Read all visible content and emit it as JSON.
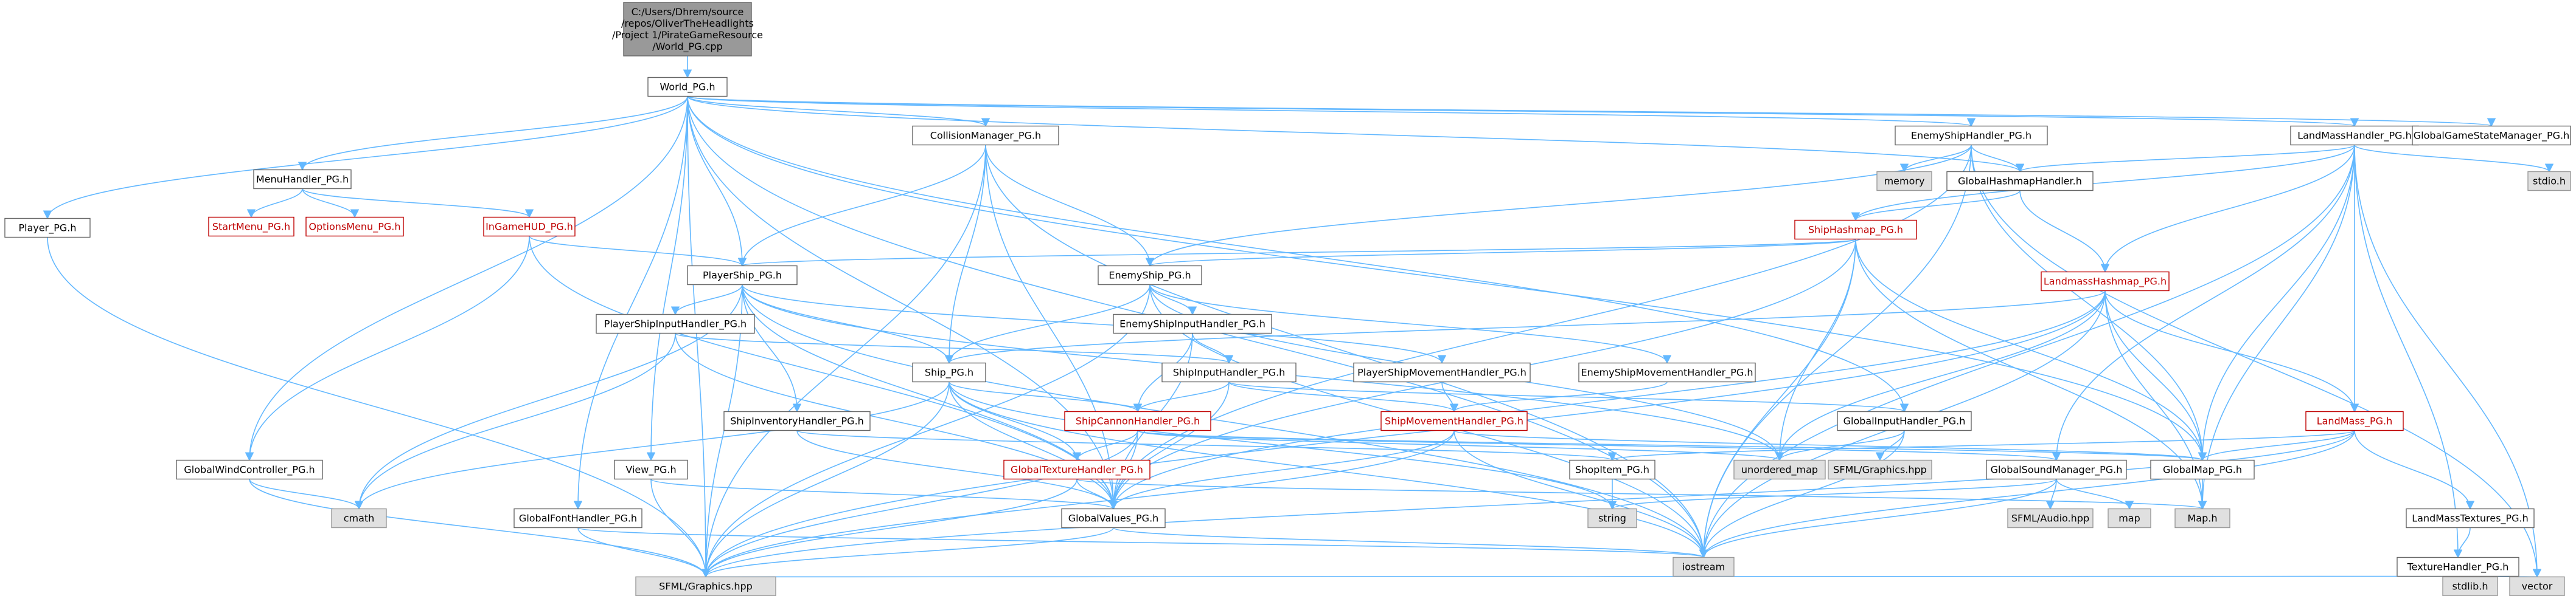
{
  "colors": {
    "edge": "#63b8ff",
    "normal_fill": "#ffffff",
    "normal_stroke": "#666666",
    "normal_text": "#000000",
    "red_fill": "#ffffff",
    "red_stroke": "#bf0000",
    "red_text": "#bf0000",
    "gray_fill": "#e0e0e0",
    "gray_stroke": "#999999",
    "gray_text": "#000000",
    "root_fill": "#999999",
    "root_stroke": "#666666",
    "root_text": "#000000"
  },
  "nodes": [
    {
      "id": "root",
      "style": "root",
      "lines": [
        "C:/Users/Dhrem/source",
        "/repos/OliverTheHeadlights",
        "/Project 1/PirateGameResource",
        "/World_PG.cpp"
      ]
    },
    {
      "id": "world",
      "style": "normal",
      "lines": [
        "World_PG.h"
      ]
    },
    {
      "id": "player",
      "style": "normal",
      "lines": [
        "Player_PG.h"
      ]
    },
    {
      "id": "menuhandler",
      "style": "normal",
      "lines": [
        "MenuHandler_PG.h"
      ]
    },
    {
      "id": "startmenu",
      "style": "red",
      "lines": [
        "StartMenu_PG.h"
      ]
    },
    {
      "id": "optionsmenu",
      "style": "red",
      "lines": [
        "OptionsMenu_PG.h"
      ]
    },
    {
      "id": "ingamehud",
      "style": "red",
      "lines": [
        "InGameHUD_PG.h"
      ]
    },
    {
      "id": "collision",
      "style": "normal",
      "lines": [
        "CollisionManager_PG.h"
      ]
    },
    {
      "id": "enemyshiphandler",
      "style": "normal",
      "lines": [
        "EnemyShipHandler_PG.h"
      ]
    },
    {
      "id": "memory",
      "style": "gray",
      "lines": [
        "memory"
      ]
    },
    {
      "id": "globalhashmap",
      "style": "normal",
      "lines": [
        "GlobalHashmapHandler.h"
      ]
    },
    {
      "id": "shiphashmap",
      "style": "red",
      "lines": [
        "ShipHashmap_PG.h"
      ]
    },
    {
      "id": "landmasshandler",
      "style": "normal",
      "lines": [
        "LandMassHandler_PG.h"
      ]
    },
    {
      "id": "globalgamestate",
      "style": "normal",
      "lines": [
        "GlobalGameStateManager_PG.h"
      ]
    },
    {
      "id": "stdio",
      "style": "gray",
      "lines": [
        "stdio.h"
      ]
    },
    {
      "id": "playership",
      "style": "normal",
      "lines": [
        "PlayerShip_PG.h"
      ]
    },
    {
      "id": "enemyship",
      "style": "normal",
      "lines": [
        "EnemyShip_PG.h"
      ]
    },
    {
      "id": "playershipinput",
      "style": "normal",
      "lines": [
        "PlayerShipInputHandler_PG.h"
      ]
    },
    {
      "id": "enemyshipinput",
      "style": "normal",
      "lines": [
        "EnemyShipInputHandler_PG.h"
      ]
    },
    {
      "id": "landmasshashmap",
      "style": "red",
      "lines": [
        "LandmassHashmap_PG.h"
      ]
    },
    {
      "id": "ship",
      "style": "normal",
      "lines": [
        "Ship_PG.h"
      ]
    },
    {
      "id": "shipinput",
      "style": "normal",
      "lines": [
        "ShipInputHandler_PG.h"
      ]
    },
    {
      "id": "playershipmovement",
      "style": "normal",
      "lines": [
        "PlayerShipMovementHandler_PG.h"
      ]
    },
    {
      "id": "enemyshipmovement",
      "style": "normal",
      "lines": [
        "EnemyShipMovementHandler_PG.h"
      ]
    },
    {
      "id": "shipinventory",
      "style": "normal",
      "lines": [
        "ShipInventoryHandler_PG.h"
      ]
    },
    {
      "id": "shipcannon",
      "style": "red",
      "lines": [
        "ShipCannonHandler_PG.h"
      ]
    },
    {
      "id": "shipmovement",
      "style": "red",
      "lines": [
        "ShipMovementHandler_PG.h"
      ]
    },
    {
      "id": "globalinput",
      "style": "normal",
      "lines": [
        "GlobalInputHandler_PG.h"
      ]
    },
    {
      "id": "landmass",
      "style": "red",
      "lines": [
        "LandMass_PG.h"
      ]
    },
    {
      "id": "globalwind",
      "style": "normal",
      "lines": [
        "GlobalWindController_PG.h"
      ]
    },
    {
      "id": "view",
      "style": "normal",
      "lines": [
        "View_PG.h"
      ]
    },
    {
      "id": "globaltexture",
      "style": "red",
      "lines": [
        "GlobalTextureHandler_PG.h"
      ]
    },
    {
      "id": "unordered_map",
      "style": "gray",
      "lines": [
        "unordered_map"
      ]
    },
    {
      "id": "sfmlgraphics_gray",
      "style": "gray",
      "lines": [
        "SFML/Graphics.hpp"
      ]
    },
    {
      "id": "globalsound",
      "style": "normal",
      "lines": [
        "GlobalSoundManager_PG.h"
      ]
    },
    {
      "id": "globalmap",
      "style": "normal",
      "lines": [
        "GlobalMap_PG.h"
      ]
    },
    {
      "id": "shopitem",
      "style": "normal",
      "lines": [
        "ShopItem_PG.h"
      ]
    },
    {
      "id": "cmath",
      "style": "gray",
      "lines": [
        "cmath"
      ]
    },
    {
      "id": "globalvalues",
      "style": "normal",
      "lines": [
        "GlobalValues_PG.h"
      ]
    },
    {
      "id": "string",
      "style": "gray",
      "lines": [
        "string"
      ]
    },
    {
      "id": "sfmlaudio",
      "style": "gray",
      "lines": [
        "SFML/Audio.hpp"
      ]
    },
    {
      "id": "map_std",
      "style": "gray",
      "lines": [
        "map"
      ]
    },
    {
      "id": "map_h",
      "style": "gray",
      "lines": [
        "Map.h"
      ]
    },
    {
      "id": "landmasstextures",
      "style": "normal",
      "lines": [
        "LandMassTextures_PG.h"
      ]
    },
    {
      "id": "globalfont",
      "style": "normal",
      "lines": [
        "GlobalFontHandler_PG.h"
      ]
    },
    {
      "id": "iostream",
      "style": "gray",
      "lines": [
        "iostream"
      ]
    },
    {
      "id": "texturehandler",
      "style": "normal",
      "lines": [
        "TextureHandler_PG.h"
      ]
    },
    {
      "id": "sfml_bottom",
      "style": "gray",
      "lines": [
        "SFML/Graphics.hpp"
      ]
    },
    {
      "id": "stdlib",
      "style": "gray",
      "lines": [
        "stdlib.h"
      ]
    },
    {
      "id": "vector",
      "style": "gray",
      "lines": [
        "vector"
      ]
    }
  ],
  "edges": [
    [
      "root",
      "world"
    ],
    [
      "world",
      "player"
    ],
    [
      "world",
      "menuhandler"
    ],
    [
      "world",
      "collision"
    ],
    [
      "world",
      "enemyshiphandler"
    ],
    [
      "world",
      "landmasshandler"
    ],
    [
      "world",
      "globalgamestate"
    ],
    [
      "world",
      "playership"
    ],
    [
      "world",
      "globalwind"
    ],
    [
      "world",
      "view"
    ],
    [
      "world",
      "globalfont"
    ],
    [
      "world",
      "globalvalues"
    ],
    [
      "world",
      "globalmap"
    ],
    [
      "world",
      "globalinput"
    ],
    [
      "world",
      "sfml_bottom"
    ],
    [
      "world",
      "iostream"
    ],
    [
      "world",
      "globalhashmap"
    ],
    [
      "player",
      "sfml_bottom"
    ],
    [
      "menuhandler",
      "startmenu"
    ],
    [
      "menuhandler",
      "optionsmenu"
    ],
    [
      "menuhandler",
      "ingamehud"
    ],
    [
      "ingamehud",
      "playership"
    ],
    [
      "ingamehud",
      "globalwind"
    ],
    [
      "ingamehud",
      "globalvalues"
    ],
    [
      "collision",
      "playership"
    ],
    [
      "collision",
      "enemyship"
    ],
    [
      "collision",
      "ship"
    ],
    [
      "collision",
      "sfml_bottom"
    ],
    [
      "collision",
      "iostream"
    ],
    [
      "collision",
      "globalvalues"
    ],
    [
      "enemyshiphandler",
      "memory"
    ],
    [
      "enemyshiphandler",
      "globalhashmap"
    ],
    [
      "enemyshiphandler",
      "enemyship"
    ],
    [
      "enemyshiphandler",
      "globalvalues"
    ],
    [
      "enemyshiphandler",
      "iostream"
    ],
    [
      "enemyshiphandler",
      "vector"
    ],
    [
      "enemyshiphandler",
      "globalmap"
    ],
    [
      "globalhashmap",
      "shiphashmap"
    ],
    [
      "globalhashmap",
      "landmasshashmap"
    ],
    [
      "shiphashmap",
      "playership"
    ],
    [
      "shiphashmap",
      "enemyship"
    ],
    [
      "shiphashmap",
      "unordered_map"
    ],
    [
      "shiphashmap",
      "globalmap"
    ],
    [
      "shiphashmap",
      "iostream"
    ],
    [
      "shiphashmap",
      "globalvalues"
    ],
    [
      "shiphashmap",
      "map_h"
    ],
    [
      "landmasshandler",
      "globalhashmap"
    ],
    [
      "landmasshandler",
      "stdio"
    ],
    [
      "landmasshandler",
      "landmasshashmap"
    ],
    [
      "landmasshandler",
      "landmass"
    ],
    [
      "landmasshandler",
      "globalmap"
    ],
    [
      "landmasshandler",
      "globalsound"
    ],
    [
      "landmasshandler",
      "texturehandler"
    ],
    [
      "landmasshandler",
      "vector"
    ],
    [
      "landmasshandler",
      "map_h"
    ],
    [
      "landmasshandler",
      "iostream"
    ],
    [
      "landmasshandler",
      "shiphashmap"
    ],
    [
      "playership",
      "playershipinput"
    ],
    [
      "playership",
      "playershipmovement"
    ],
    [
      "playership",
      "ship"
    ],
    [
      "playership",
      "shipinventory"
    ],
    [
      "playership",
      "cmath"
    ],
    [
      "playership",
      "sfml_bottom"
    ],
    [
      "playership",
      "globalvalues"
    ],
    [
      "playership",
      "unordered_map"
    ],
    [
      "playership",
      "iostream"
    ],
    [
      "enemyship",
      "enemyshipinput"
    ],
    [
      "enemyship",
      "enemyshipmovement"
    ],
    [
      "enemyship",
      "ship"
    ],
    [
      "enemyship",
      "unordered_map"
    ],
    [
      "enemyship",
      "iostream"
    ],
    [
      "enemyship",
      "sfml_bottom"
    ],
    [
      "playershipinput",
      "shipinput"
    ],
    [
      "playershipinput",
      "globalvalues"
    ],
    [
      "playershipinput",
      "cmath"
    ],
    [
      "enemyshipinput",
      "shipinput"
    ],
    [
      "enemyshipinput",
      "shipcannon"
    ],
    [
      "enemyshipinput",
      "globalvalues"
    ],
    [
      "landmasshashmap",
      "landmass"
    ],
    [
      "landmasshashmap",
      "ship"
    ],
    [
      "landmasshashmap",
      "unordered_map"
    ],
    [
      "landmasshashmap",
      "globalmap"
    ],
    [
      "landmasshashmap",
      "iostream"
    ],
    [
      "landmasshashmap",
      "sfml_bottom"
    ],
    [
      "landmasshashmap",
      "globalvalues"
    ],
    [
      "landmasshashmap",
      "map_h"
    ],
    [
      "ship",
      "shipcannon"
    ],
    [
      "ship",
      "globaltexture"
    ],
    [
      "ship",
      "globalvalues"
    ],
    [
      "ship",
      "sfml_bottom"
    ],
    [
      "ship",
      "iostream"
    ],
    [
      "ship",
      "cmath"
    ],
    [
      "ship",
      "string"
    ],
    [
      "shipinput",
      "shipcannon"
    ],
    [
      "shipinput",
      "shipmovement"
    ],
    [
      "shipinput",
      "globalinput"
    ],
    [
      "shipinput",
      "globalvalues"
    ],
    [
      "playershipmovement",
      "shipmovement"
    ],
    [
      "enemyshipmovement",
      "shipmovement"
    ],
    [
      "shipinventory",
      "globalvalues"
    ],
    [
      "shipinventory",
      "shopitem"
    ],
    [
      "shipcannon",
      "globaltexture"
    ],
    [
      "shipcannon",
      "globalvalues"
    ],
    [
      "shipcannon",
      "sfml_bottom"
    ],
    [
      "shipcannon",
      "globalmap"
    ],
    [
      "shipcannon",
      "globalsound"
    ],
    [
      "shipcannon",
      "unordered_map"
    ],
    [
      "shipmovement",
      "globalvalues"
    ],
    [
      "shipmovement",
      "sfml_bottom"
    ],
    [
      "shipmovement",
      "globalmap"
    ],
    [
      "shipmovement",
      "iostream"
    ],
    [
      "globalinput",
      "unordered_map"
    ],
    [
      "globalinput",
      "sfmlgraphics_gray"
    ],
    [
      "globalinput",
      "iostream"
    ],
    [
      "landmass",
      "globalmap"
    ],
    [
      "landmass",
      "shopitem"
    ],
    [
      "landmass",
      "landmasstextures"
    ],
    [
      "landmass",
      "iostream"
    ],
    [
      "landmass",
      "sfml_bottom"
    ],
    [
      "globalwind",
      "cmath"
    ],
    [
      "globalwind",
      "sfml_bottom"
    ],
    [
      "view",
      "globalvalues"
    ],
    [
      "view",
      "sfml_bottom"
    ],
    [
      "globaltexture",
      "globalvalues"
    ],
    [
      "globaltexture",
      "sfml_bottom"
    ],
    [
      "globaltexture",
      "map_h"
    ],
    [
      "globalsound",
      "string"
    ],
    [
      "globalsound",
      "sfmlaudio"
    ],
    [
      "globalsound",
      "map_std"
    ],
    [
      "globalsound",
      "iostream"
    ],
    [
      "globalmap",
      "map_h"
    ],
    [
      "shopitem",
      "string"
    ],
    [
      "globalvalues",
      "iostream"
    ],
    [
      "globalvalues",
      "sfml_bottom"
    ],
    [
      "landmasstextures",
      "texturehandler"
    ],
    [
      "globalfont",
      "iostream"
    ],
    [
      "globalfont",
      "sfml_bottom"
    ],
    [
      "texturehandler",
      "stdlib"
    ],
    [
      "texturehandler",
      "vector"
    ],
    [
      "texturehandler",
      "sfml_bottom"
    ]
  ]
}
